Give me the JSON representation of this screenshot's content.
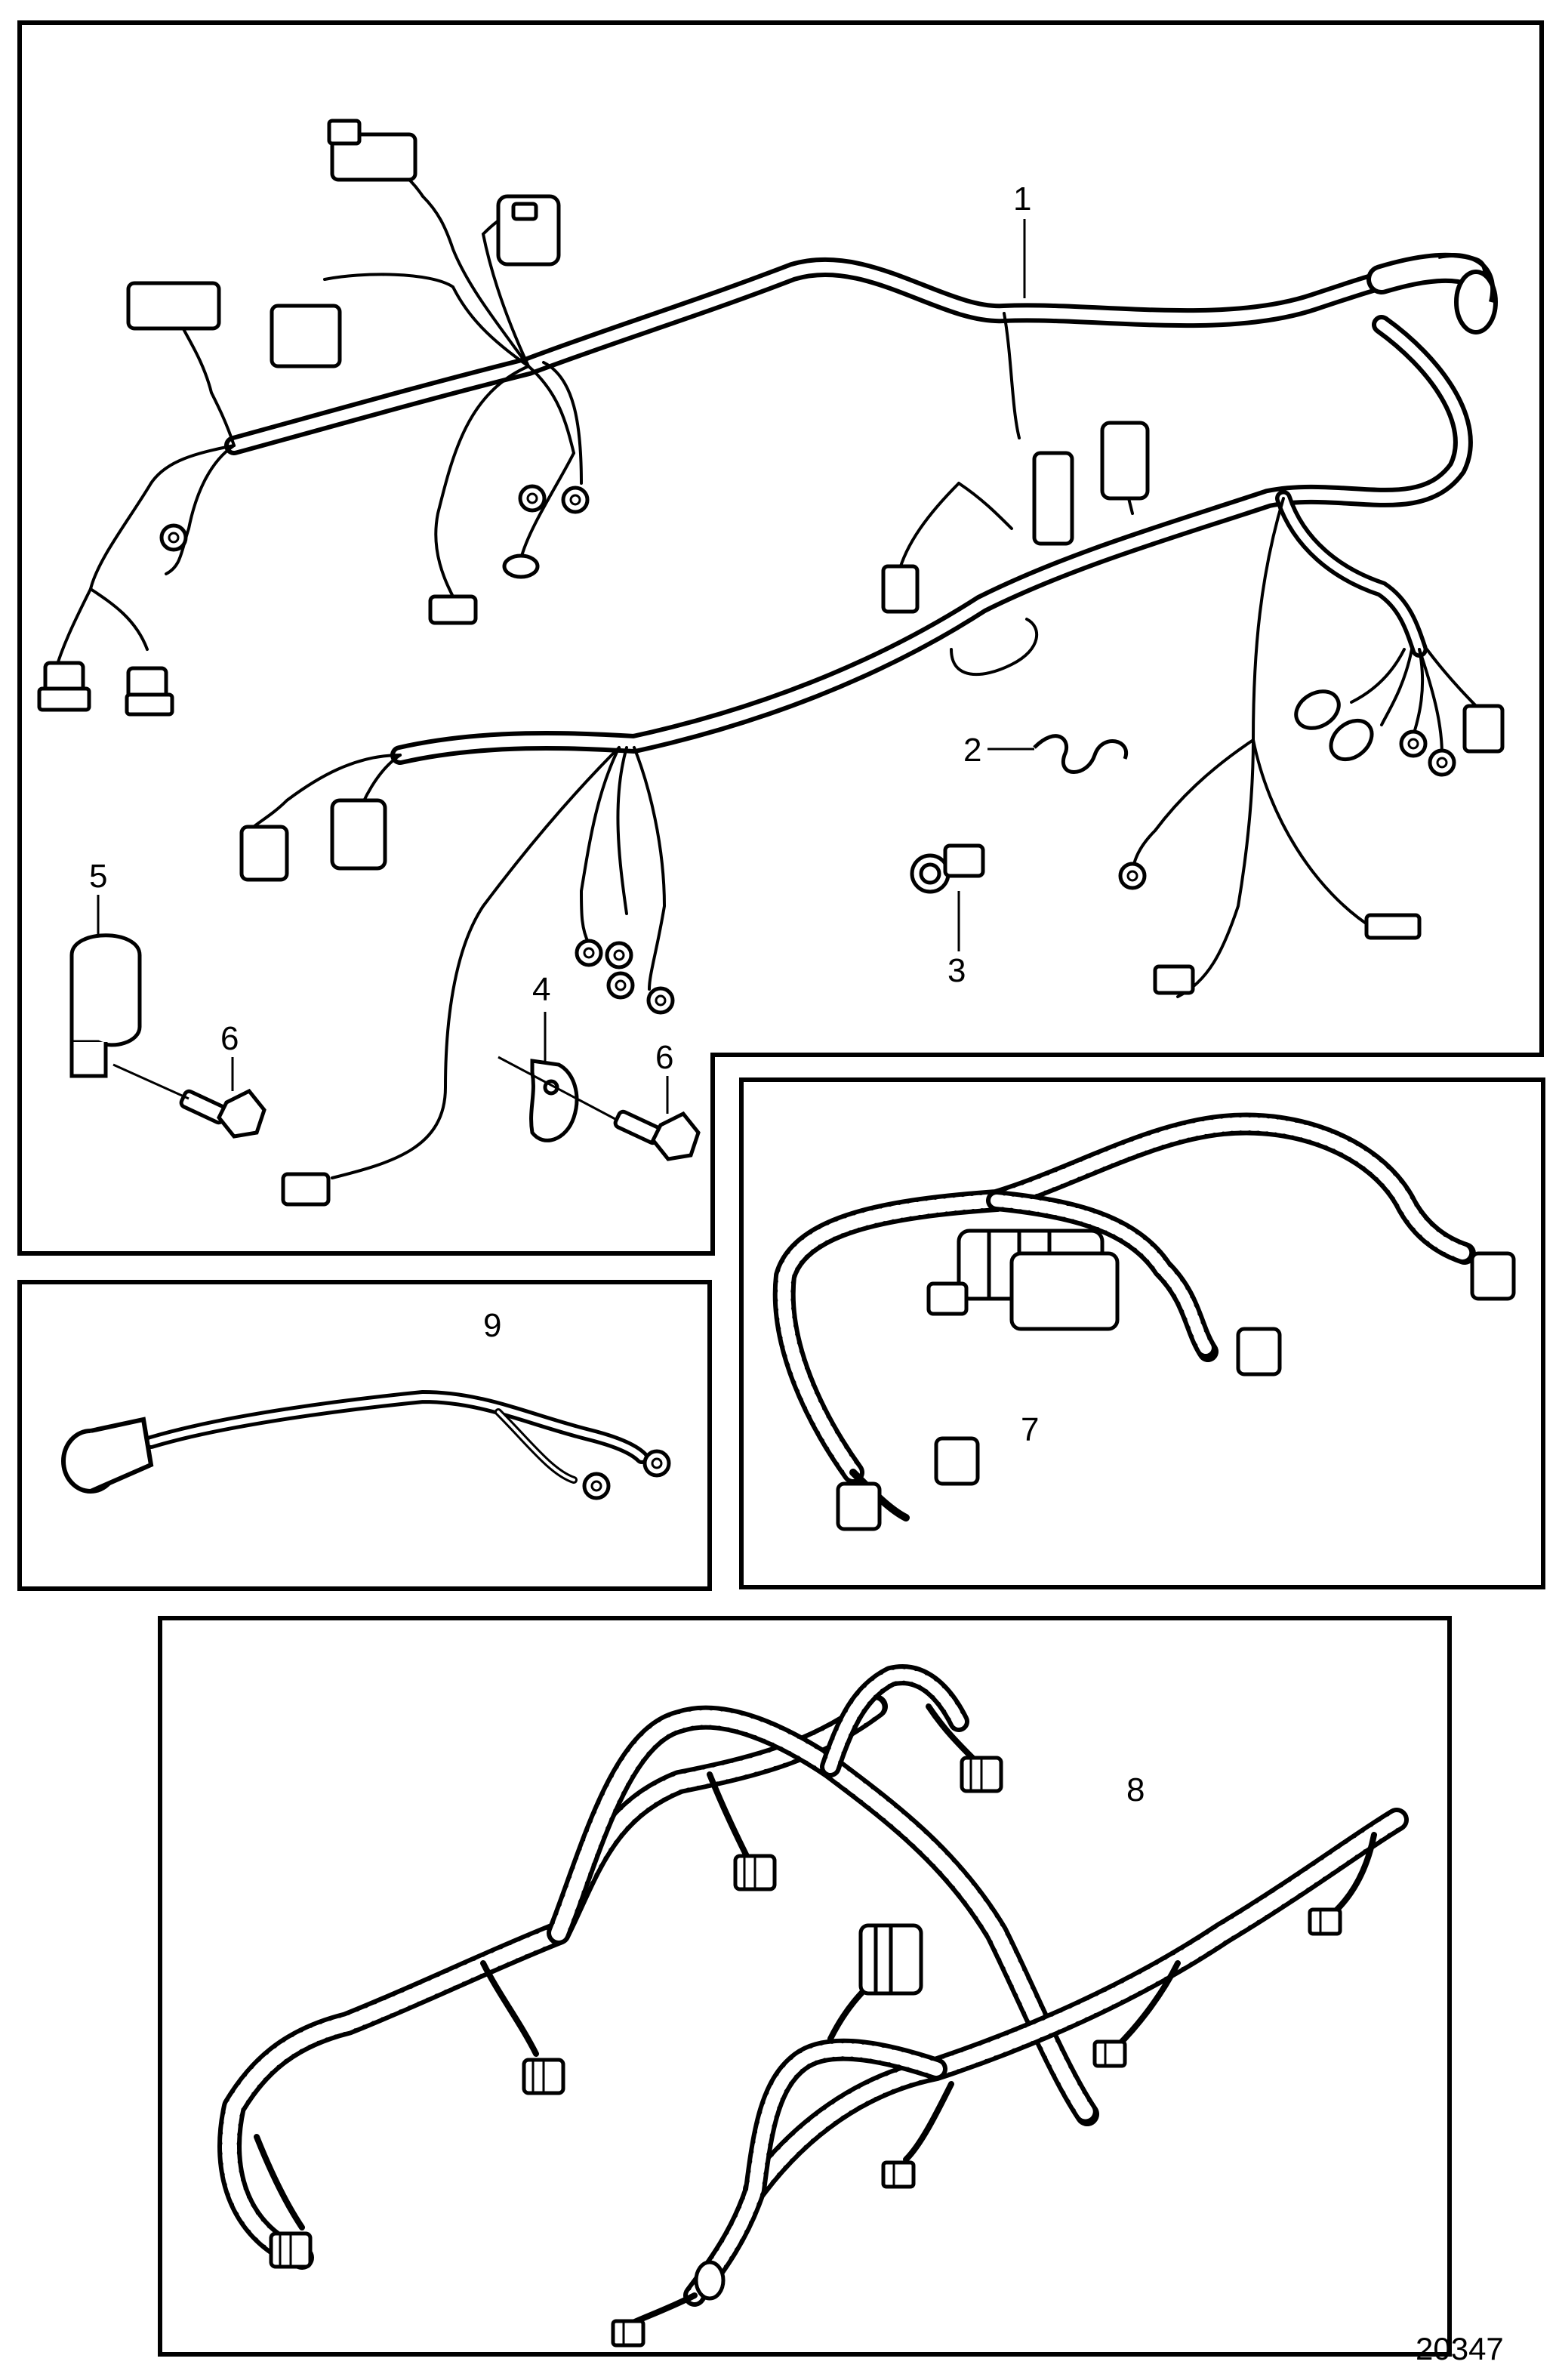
{
  "diagram": {
    "figure_number": "20347",
    "callouts": [
      {
        "id": "c1",
        "label": "1"
      },
      {
        "id": "c2",
        "label": "2"
      },
      {
        "id": "c3",
        "label": "3"
      },
      {
        "id": "c4",
        "label": "4"
      },
      {
        "id": "c5",
        "label": "5"
      },
      {
        "id": "c6a",
        "label": "6"
      },
      {
        "id": "c6b",
        "label": "6"
      },
      {
        "id": "c7",
        "label": "7"
      },
      {
        "id": "c8",
        "label": "8"
      },
      {
        "id": "c9",
        "label": "9"
      }
    ],
    "colors": {
      "line": "#000000",
      "background": "#ffffff"
    }
  }
}
